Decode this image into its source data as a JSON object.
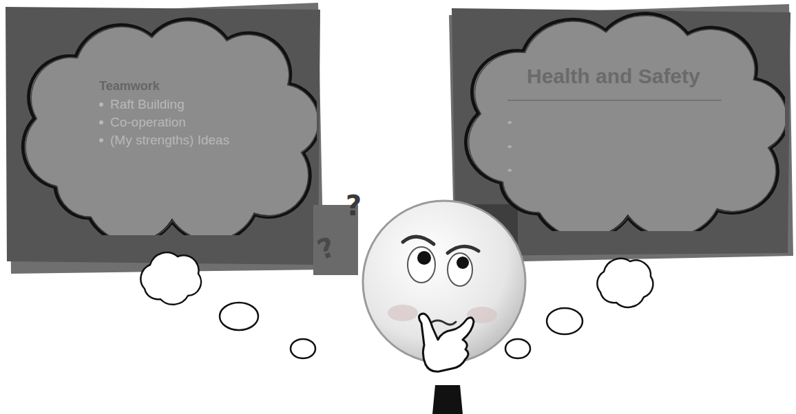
{
  "diagram": {
    "nodes": [
      {
        "text": [
          "Teamwork",
          "Raft Building",
          "Co-operation",
          "(My strengths) Ideas"
        ]
      },
      {
        "text": [
          "Health and Safety"
        ]
      }
    ],
    "labels": [
      "?",
      "?"
    ]
  }
}
